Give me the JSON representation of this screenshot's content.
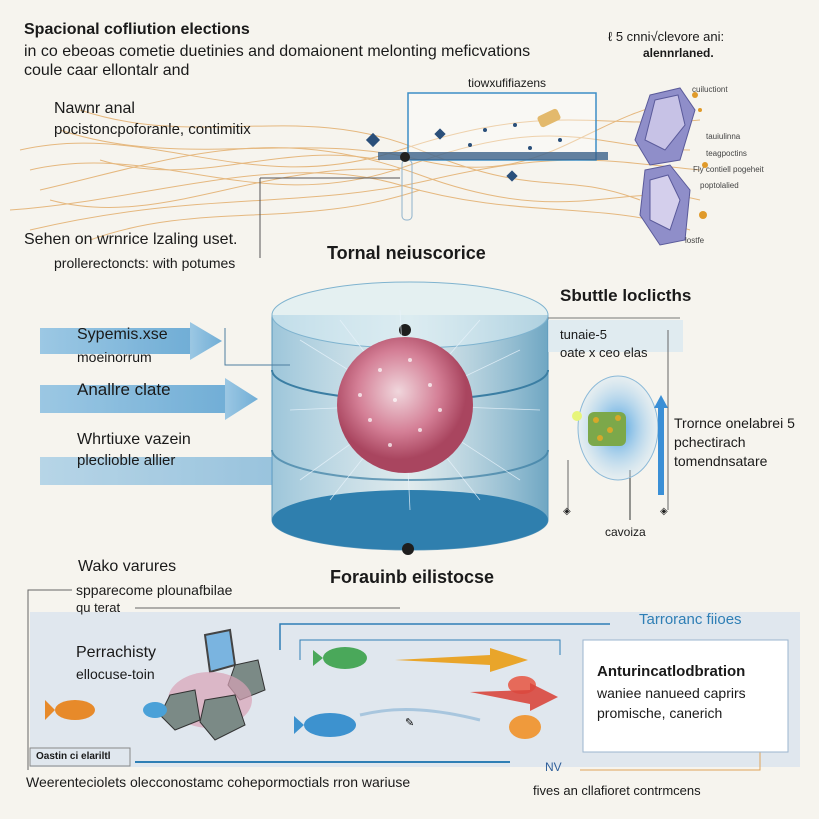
{
  "header": {
    "title": "Spacional cofliution elections",
    "line1": "in co ebeoas cometie duetinies and domaionent melonting meficvations",
    "line2": "coule caar ellontalr and"
  },
  "top_right": {
    "line1": "ℓ 5 cnni√clevore ani:",
    "line2": "alennrlaned.",
    "labels": [
      "cuiluctiont",
      "tauiulinna",
      "teagpoctins",
      "Fly contiell pogeheit",
      "poptolalied",
      "lostfe"
    ]
  },
  "fiber_box_label": "tiowxufifiazens",
  "left_top": {
    "title": "Nawnr anal",
    "subtitle": "pocistoncpoforanle, contimitix",
    "line3": "Sehen on wrnrice lzaling uset.",
    "line4": "prollerectoncts: with potumes"
  },
  "center": {
    "top_label": "Tornal neiuscorice",
    "bottom_label": "Forauinb eilistocse"
  },
  "left_arrows": [
    {
      "title": "Sypemis.xse",
      "subtitle": "moeinorrum"
    },
    {
      "title": "Anallre clate",
      "subtitle": ""
    },
    {
      "title": "Whrtiuxe vazein",
      "subtitle": "pleclioble allier"
    }
  ],
  "right_side": {
    "title": "Sbuttle loclicths",
    "small1": "tunaie-5",
    "small2": "oate x ceo elas",
    "lens_text": [
      "Trornce onelabrei 5",
      "pchectirach",
      "tomendnsatare"
    ],
    "lens_caption": "cavoiza"
  },
  "bottom": {
    "title": "Wako varures",
    "sub1": "spparecome plounafbilae",
    "sub2": "qu terat",
    "cluster_title": "Perrachisty",
    "cluster_sub": "ellocuse-toin",
    "flow_label": "Tarroranc fiioes",
    "box_title": "Anturincatlodbration",
    "box_line1": "waniee nanueed caprirs",
    "box_line2": "promische, canerich",
    "corner_tag": "Oastin ci elariltl",
    "nv_label": "NV",
    "footer_left": "Weerenteciolets olecconostamc cohepormoctials rron wariuse",
    "footer_right": "fives an cllafioret contrmcens"
  },
  "colors": {
    "accent_blue": "#2f7fb5",
    "fiber": "#e0a45a",
    "cylinder": "#3f8fb8",
    "sphere": "#c9607a"
  }
}
